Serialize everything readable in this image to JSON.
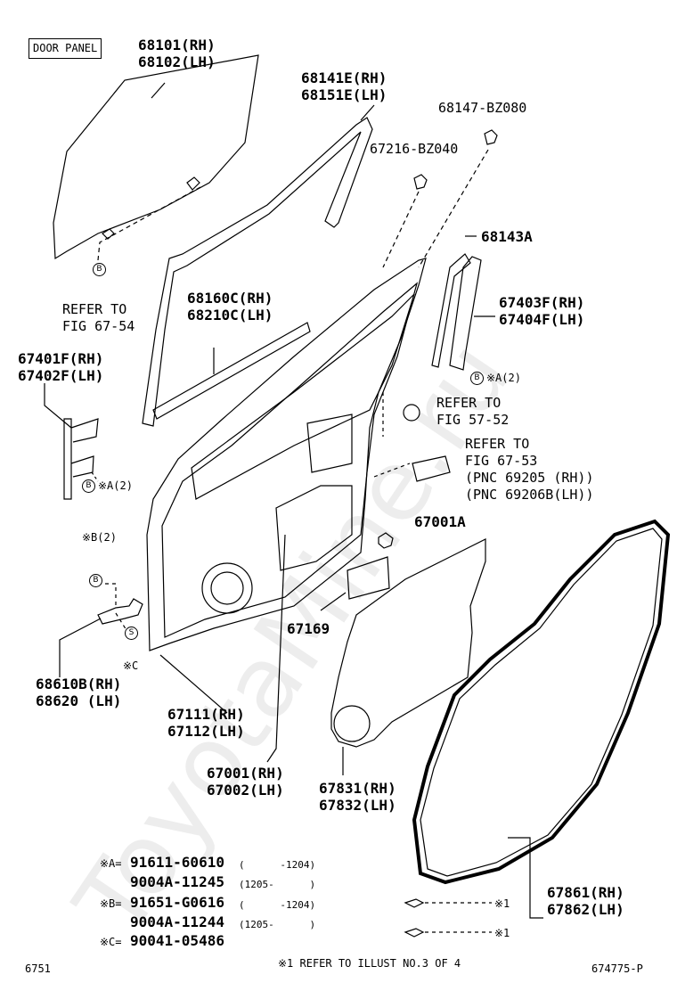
{
  "door_panel": "DOOR PANEL",
  "labels": {
    "p68101": "68101(RH)",
    "p68102": "68102(LH)",
    "p68141": "68141E(RH)",
    "p68151": "68151E(LH)",
    "p68147": "68147-BZ080",
    "p67216": "67216-BZ040",
    "p68143": "68143A",
    "p68160": "68160C(RH)",
    "p68210": "68210C(LH)",
    "p67403": "67403F(RH)",
    "p67404": "67404F(LH)",
    "p67401": "67401F(RH)",
    "p67402": "67402F(LH)",
    "p67001A": "67001A",
    "p67169": "67169",
    "p68610": "68610B(RH)",
    "p68620": "68620 (LH)",
    "p67111": "67111(RH)",
    "p67112": "67112(LH)",
    "p67001": "67001(RH)",
    "p67002": "67002(LH)",
    "p67831": "67831(RH)",
    "p67832": "67832(LH)",
    "p67861": "67861(RH)",
    "p67862": "67862(LH)"
  },
  "refs": {
    "r1a": "REFER TO",
    "r1b": "FIG 67-54",
    "r2a": "REFER TO",
    "r2b": "FIG 57-52",
    "r3a": "REFER TO",
    "r3b": "FIG 67-53",
    "r3c": "(PNC 69205 (RH))",
    "r3d": "(PNC 69206B(LH))"
  },
  "markers": {
    "B": "B",
    "S": "S",
    "xA2": "※A(2)",
    "xB2": "※B(2)",
    "xC": "※C",
    "x1": "※1"
  },
  "legend": {
    "a_key": "※A=",
    "a1_part": "91611-60610",
    "a1_range": "(      -1204)",
    "a2_part": "9004A-11245",
    "a2_range": "(1205-      )",
    "b_key": "※B=",
    "b1_part": "91651-G0616",
    "b1_range": "(      -1204)",
    "b2_part": "9004A-11244",
    "b2_range": "(1205-      )",
    "c_key": "※C=",
    "c1_part": "90041-05486"
  },
  "footer": {
    "left": "6751",
    "center": "※1 REFER TO ILLUST NO.3 OF 4",
    "right": "674775-P"
  },
  "watermark": "ToyotaMine.ru"
}
